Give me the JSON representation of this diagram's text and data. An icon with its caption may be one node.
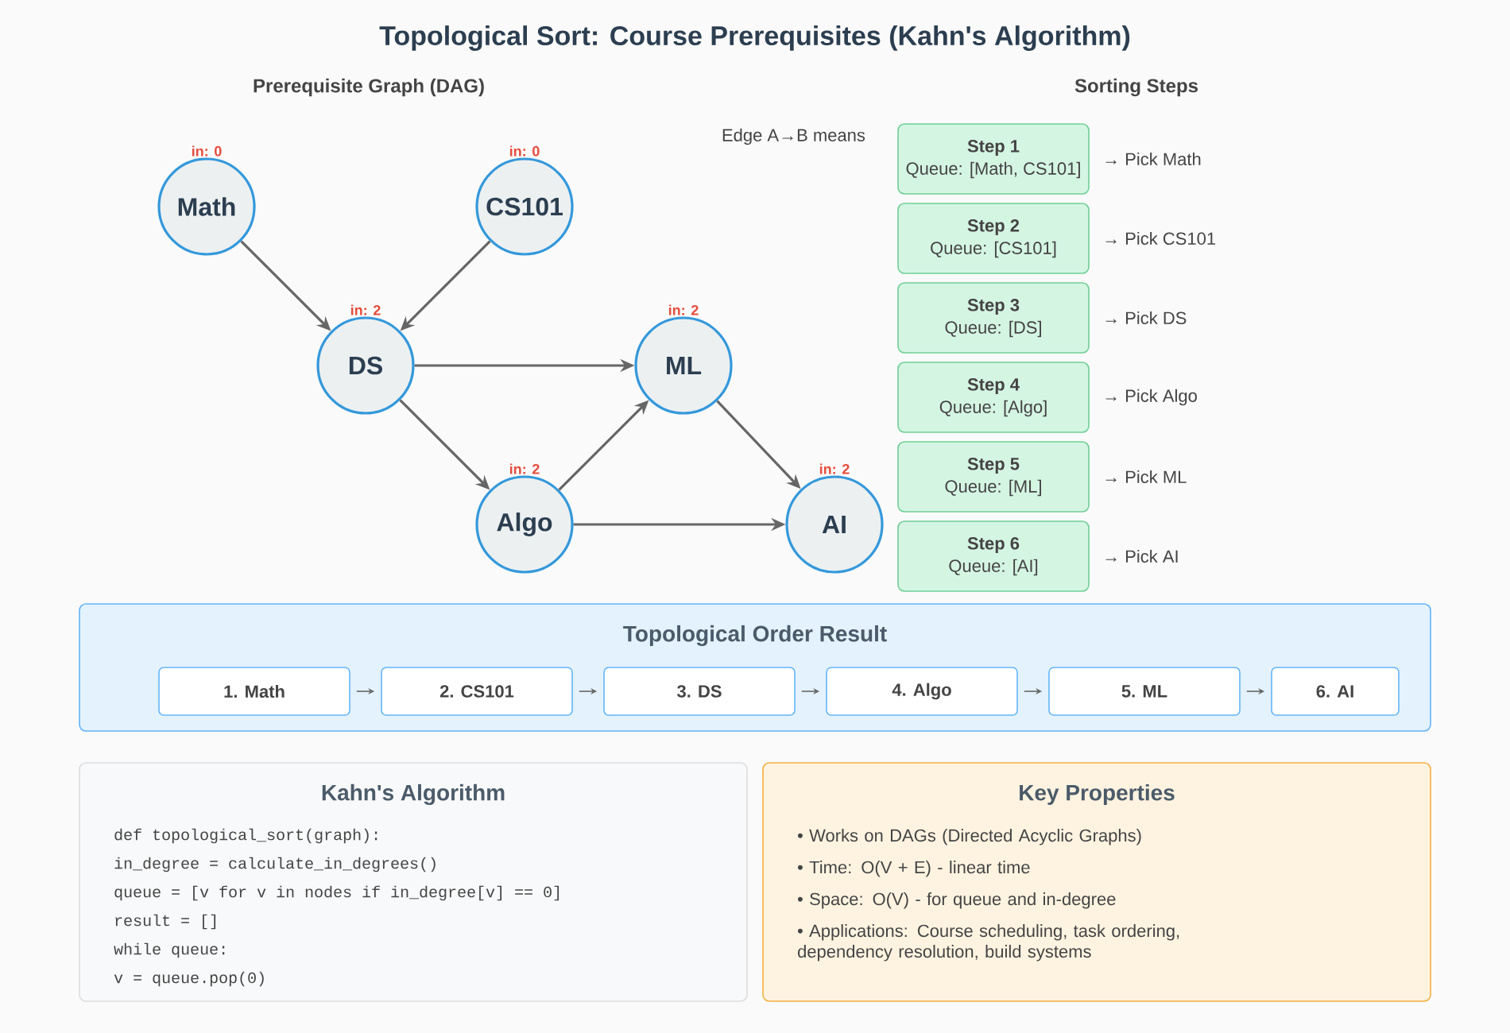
{
  "diagram": {
    "title": "Topological Sort: Course Prerequisites (Kahn's Algorithm)",
    "nodes": [
      {
        "text": [
          "Math"
        ],
        "beside": [
          "in: 0"
        ]
      },
      {
        "text": [
          "CS101"
        ],
        "beside": [
          "in: 0"
        ]
      },
      {
        "text": [
          "DS"
        ],
        "beside": [
          "in: 2"
        ]
      },
      {
        "text": [
          "ML"
        ],
        "beside": [
          "in: 2"
        ]
      },
      {
        "text": [
          "Algo"
        ],
        "beside": [
          "in: 2"
        ]
      },
      {
        "text": [
          "AI"
        ],
        "beside": [
          "in: 2"
        ]
      },
      {
        "text": [
          "Step 1",
          "Queue: [Math, CS101]"
        ],
        "beside": [
          "→ Pick Math"
        ]
      },
      {
        "text": [
          "Step 2",
          "Queue: [CS101]"
        ],
        "beside": [
          "→ Pick CS101"
        ]
      },
      {
        "text": [
          "Step 3",
          "Queue: [DS]"
        ],
        "beside": [
          "→ Pick DS"
        ]
      },
      {
        "text": [
          "Step 4",
          "Queue: [Algo]"
        ],
        "beside": [
          "→ Pick Algo"
        ]
      },
      {
        "text": [
          "Step 5",
          "Queue: [ML]"
        ],
        "beside": [
          "→ Pick ML"
        ]
      },
      {
        "text": [
          "Step 6",
          "Queue: [AI]"
        ],
        "beside": [
          "→ Pick AI"
        ]
      },
      {
        "text": [
          "Topological Order Result"
        ]
      },
      {
        "text": [
          "1. Math"
        ],
        "in": 12
      },
      {
        "text": [
          "2. CS101"
        ],
        "in": 12
      },
      {
        "text": [
          "3. DS"
        ],
        "in": 12
      },
      {
        "text": [
          "4. Algo"
        ],
        "in": 12
      },
      {
        "text": [
          "5. ML"
        ],
        "in": 12
      },
      {
        "text": [
          "6. AI"
        ],
        "in": 12
      },
      {
        "text": [
          "Kahn's Algorithm",
          "def topological_sort(graph):",
          "in_degree = calculate_in_degrees()",
          "queue = [v for v in nodes if in_degree[v] == 0]",
          "result = []",
          "while queue:",
          "v = queue.pop(0)"
        ]
      },
      {
        "text": [
          "Key Properties",
          "• Works on DAGs (Directed Acyclic Graphs)",
          "• Time: O(V + E) - linear time",
          "• Space: O(V) - for queue and in-degree",
          "• Applications: Course scheduling, task ordering, dependency resolution, build systems"
        ]
      }
    ],
    "edges": [
      {
        "from": 0,
        "to": 2,
        "arrow": "to"
      },
      {
        "from": 1,
        "to": 2,
        "arrow": "to"
      },
      {
        "from": 2,
        "to": 3,
        "arrow": "to"
      },
      {
        "from": 2,
        "to": 4,
        "arrow": "to"
      },
      {
        "from": 4,
        "to": 3,
        "arrow": "to"
      },
      {
        "from": 3,
        "to": 5,
        "arrow": "to"
      },
      {
        "from": 4,
        "to": 5,
        "arrow": "to"
      },
      {
        "from": 13,
        "to": 14,
        "arrow": "to"
      },
      {
        "from": 14,
        "to": 15,
        "arrow": "to"
      },
      {
        "from": 15,
        "to": 16,
        "arrow": "to"
      },
      {
        "from": 16,
        "to": 17,
        "arrow": "to"
      },
      {
        "from": 17,
        "to": 18,
        "arrow": "to"
      }
    ],
    "labels": [
      "Prerequisite Graph (DAG)",
      "Sorting Steps",
      "Edge A→B means"
    ]
  }
}
